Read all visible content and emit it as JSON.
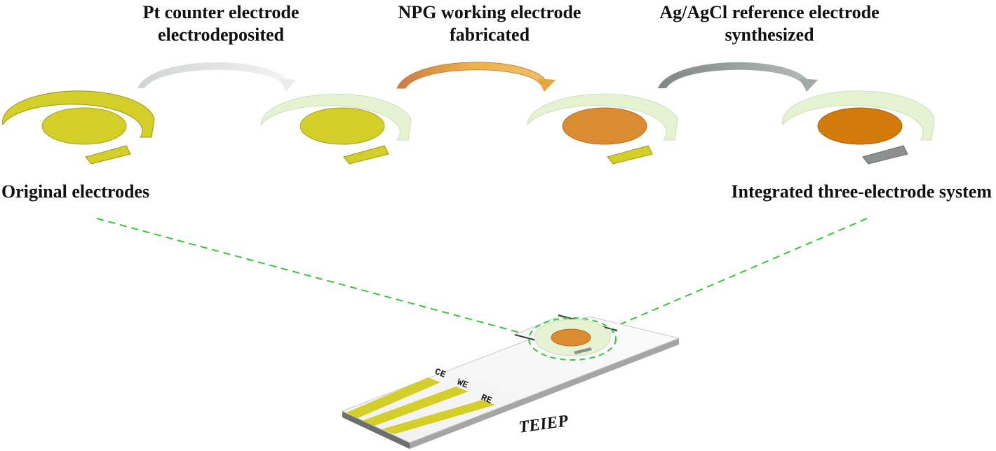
{
  "steps": [
    {
      "line1": "Pt counter electrode",
      "line2": "electrodeposited"
    },
    {
      "line1": "NPG working electrode",
      "line2": "fabricated"
    },
    {
      "line1": "Ag/AgCl reference electrode",
      "line2": "synthesized"
    }
  ],
  "states": {
    "original": "Original electrodes",
    "integrated": "Integrated three-electrode system"
  },
  "device": {
    "name": "TEIEP",
    "pads": [
      "CE",
      "WE",
      "RE"
    ]
  },
  "colors": {
    "gold": "#d4cf28",
    "pale_green": "#e6f3d2",
    "npg_orange": "#dc8c30",
    "npg_dark": "#d27a0a",
    "agcl_gray": "#8c918e",
    "dashed_green": "#36c836",
    "arrow_light": "#dfe3e1",
    "arrow_orange": "#e9a03a",
    "arrow_gray": "#8e9591"
  }
}
